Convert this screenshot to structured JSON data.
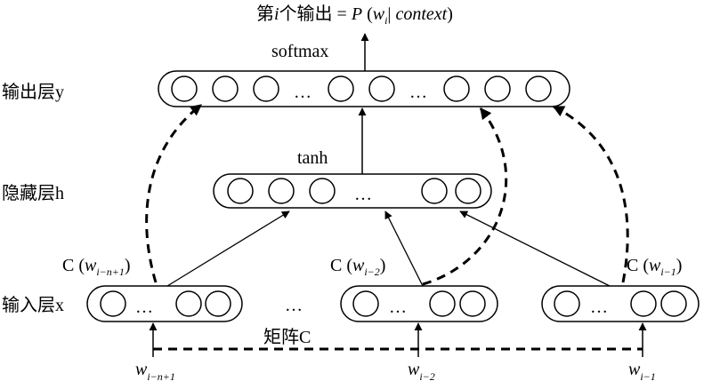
{
  "title": {
    "prefix": "第",
    "i": "i",
    "mid": "个输出 = ",
    "p": "P",
    "open": " (",
    "w": "w",
    "w_sub": "i",
    "bar": "| ",
    "context": "context",
    "close": ")"
  },
  "layers": {
    "output": "输出层y",
    "hidden": "隐藏层h",
    "input": "输入层x"
  },
  "activations": {
    "softmax": "softmax",
    "tanh": "tanh"
  },
  "ellipsis": "…",
  "matrix_label": "矩阵C",
  "embeddings": [
    {
      "prefix": "C (",
      "w": "w",
      "sub": "i−n+1",
      "close": ")"
    },
    {
      "prefix": "C (",
      "w": "w",
      "sub": "i−2",
      "close": ")"
    },
    {
      "prefix": "C (",
      "w": "w",
      "sub": "i−1",
      "close": ")"
    }
  ],
  "words": [
    {
      "w": "w",
      "sub": "i−n+1"
    },
    {
      "w": "w",
      "sub": "i−2"
    },
    {
      "w": "w",
      "sub": "i−1"
    }
  ],
  "colors": {
    "stroke": "#000000",
    "background": "#ffffff"
  }
}
